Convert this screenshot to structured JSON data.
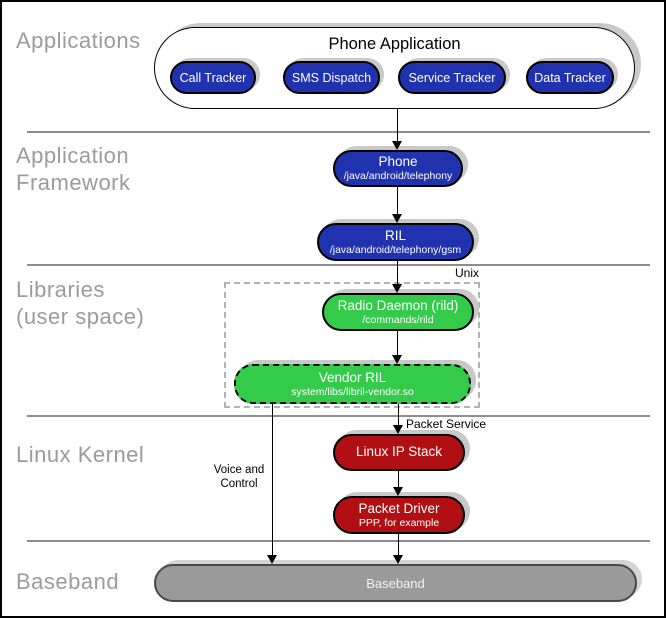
{
  "colors": {
    "blue": "#2132ae",
    "green": "#33cb49",
    "red": "#b01013",
    "gray": "#9a9a9a",
    "label_gray": "#9b9b9b",
    "shadow": "#c9c9c9"
  },
  "layer_labels": {
    "applications": "Applications",
    "framework_line1": "Application",
    "framework_line2": "Framework",
    "libraries_line1": "Libraries",
    "libraries_line2": "(user space)",
    "kernel": "Linux Kernel",
    "baseband": "Baseband"
  },
  "phone_application": {
    "title": "Phone Application",
    "apps": [
      "Call Tracker",
      "SMS Dispatch",
      "Service Tracker",
      "Data Tracker"
    ]
  },
  "nodes": {
    "phone": {
      "title": "Phone",
      "subtitle": "/java/android/telephony"
    },
    "ril": {
      "title": "RIL",
      "subtitle": "/java/android/telephony/gsm"
    },
    "radio_daemon": {
      "title": "Radio Daemon (rild)",
      "subtitle": "/commands/rild"
    },
    "vendor_ril": {
      "title": "Vendor RIL",
      "subtitle": "system/libs/libril-vendor.so"
    },
    "linux_ip_stack": {
      "title": "Linux IP Stack"
    },
    "packet_driver": {
      "title": "Packet Driver",
      "subtitle": "PPP, for example"
    },
    "baseband": {
      "title": "Baseband"
    }
  },
  "annotations": {
    "unix": "Unix",
    "packet_service": "Packet Service",
    "voice_line1": "Voice and",
    "voice_line2": "Control"
  }
}
